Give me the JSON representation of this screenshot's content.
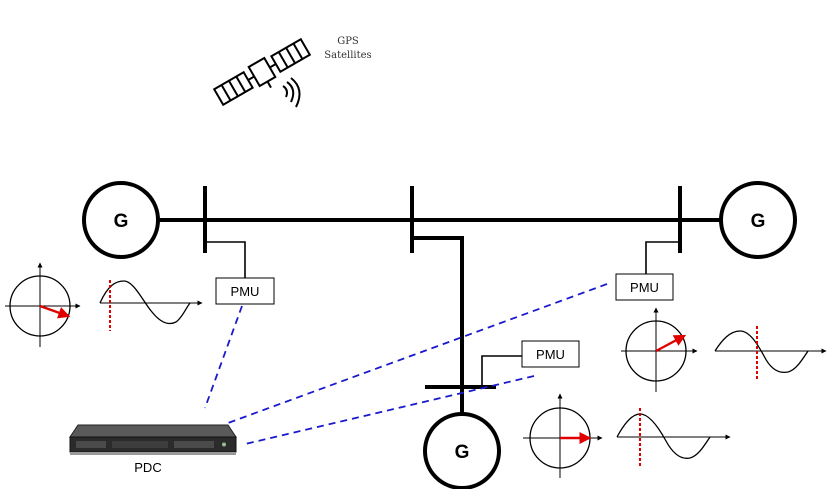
{
  "gps": {
    "line1": "GPS",
    "line2": "Satellites"
  },
  "generators": [
    {
      "id": "left",
      "label": "G"
    },
    {
      "id": "right",
      "label": "G"
    },
    {
      "id": "bottom",
      "label": "G"
    }
  ],
  "pmus": [
    {
      "id": "left",
      "label": "PMU"
    },
    {
      "id": "right",
      "label": "PMU"
    },
    {
      "id": "center",
      "label": "PMU"
    }
  ],
  "pdc": {
    "label": "PDC"
  },
  "colors": {
    "bus": "#000000",
    "link": "#1a1acc",
    "phasor": "#e00000",
    "marker": "#e00000"
  }
}
